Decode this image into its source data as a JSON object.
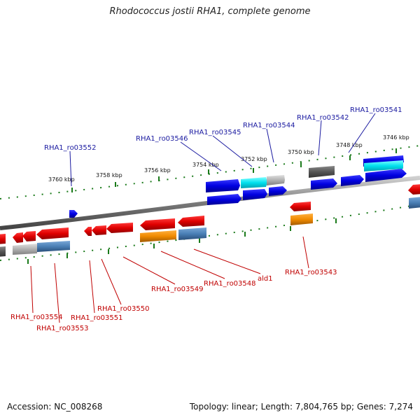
{
  "title": "Rhodococcus jostii RHA1, complete genome",
  "footer": {
    "accession": "Accession: NC_008268",
    "summary": "Topology: linear; Length: 7,804,765 bp; Genes: 7,274"
  },
  "ticks": [
    "3760 kbp",
    "3758 kbp",
    "3756 kbp",
    "3754 kbp",
    "3752 kbp",
    "3750 kbp",
    "3748 kbp",
    "3746 kbp"
  ],
  "labels_top": [
    "RHA1_ro03552",
    "RHA1_ro03546",
    "RHA1_ro03545",
    "RHA1_ro03544",
    "RHA1_ro03542",
    "RHA1_ro03541"
  ],
  "labels_bottom": [
    "RHA1_ro03554",
    "RHA1_ro03553",
    "RHA1_ro03551",
    "RHA1_ro03550",
    "RHA1_ro03549",
    "RHA1_ro03548",
    "ald1",
    "RHA1_ro03543"
  ],
  "colors": {
    "forward_gene": "#0000ee",
    "reverse_gene": "#ee0000",
    "highlight_cyan": "#00e5ee",
    "grey_gene": "#b0b0b0",
    "orange_gene": "#f08a00",
    "steel_gene": "#4a7fb5",
    "tick_mark": "#1a7a1a",
    "backbone": "#7a7a7a"
  }
}
